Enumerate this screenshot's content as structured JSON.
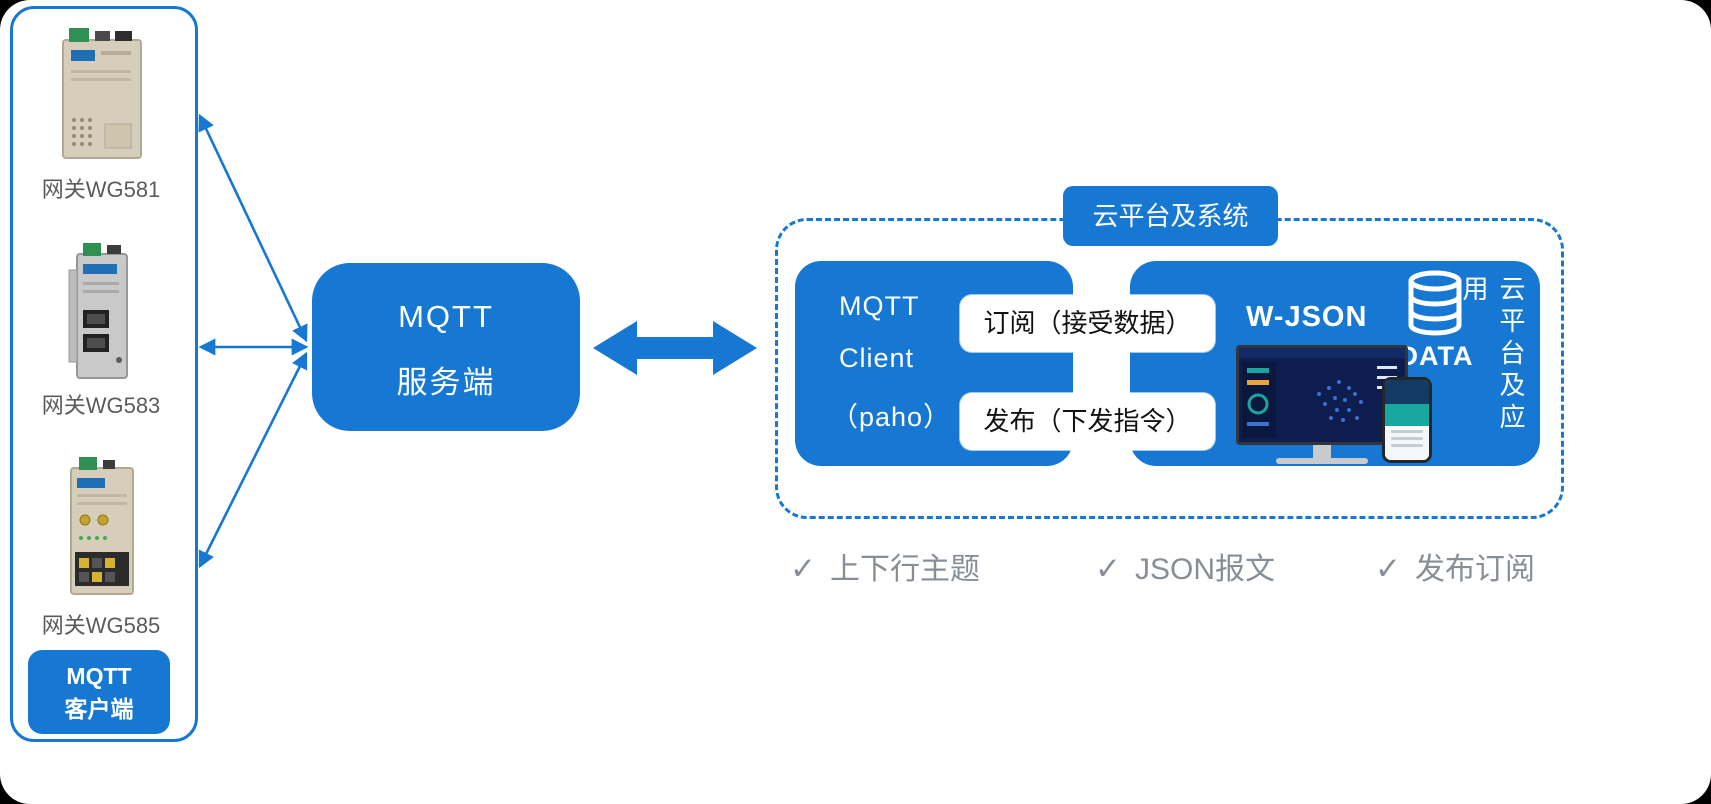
{
  "colors": {
    "primary_blue": "#1678d3",
    "feature_text_gray": "#878e96",
    "gateway_label_gray": "#595b5e",
    "white": "#ffffff"
  },
  "left_panel": {
    "gateways": [
      {
        "label": "网关WG581"
      },
      {
        "label": "网关WG583"
      },
      {
        "label": "网关WG585"
      }
    ],
    "client_box": {
      "line1": "MQTT",
      "line2": "客户端"
    }
  },
  "server_box": {
    "line1": "MQTT",
    "line2": "服务端"
  },
  "cloud_panel": {
    "title": "云平台及系统",
    "mqtt_client_box": {
      "line1": "MQTT",
      "line2": "Client",
      "line3": "（paho）"
    },
    "subscribe_label": "订阅（接受数据）",
    "publish_label": "发布（下发指令）",
    "wjson_label": "W-JSON",
    "data_label": "DATA",
    "vertical_label": "云平台及应用"
  },
  "features": [
    {
      "check": "✓",
      "label": "上下行主题"
    },
    {
      "check": "✓",
      "label": "JSON报文"
    },
    {
      "check": "✓",
      "label": "发布订阅"
    }
  ]
}
